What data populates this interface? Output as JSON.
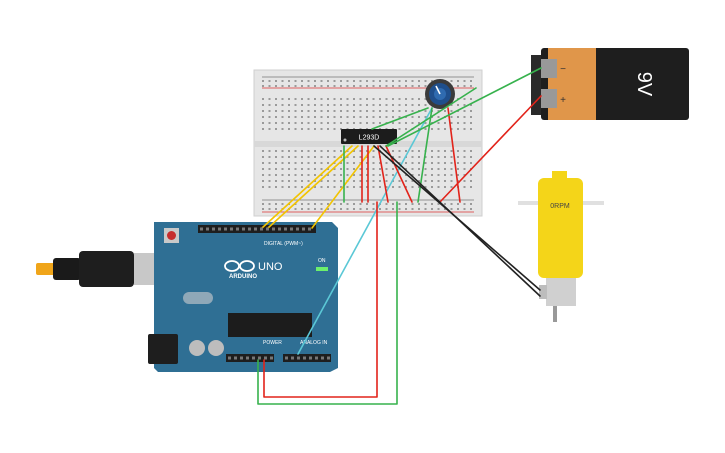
{
  "battery": {
    "voltage_label": "9V",
    "minus_symbol": "−",
    "plus_symbol": "+"
  },
  "motor": {
    "speed_label": "0RPM"
  },
  "driver_chip": {
    "part_label": "L293D"
  },
  "arduino": {
    "logo_text": "ARDUINO",
    "model_text": "UNO",
    "digital_header_label": "DIGITAL (PWM~)",
    "power_label": "POWER",
    "analog_label": "ANALOG IN",
    "on_label": "ON"
  },
  "colors": {
    "arduino_board": "#2f6f94",
    "battery_body": "#1e1e1e",
    "battery_cap": "#e0964a",
    "motor_body": "#f4d519",
    "pot_knob": "#1f4f8c",
    "wire_red": "#e2231a",
    "wire_green": "#37b24d",
    "wire_yellow": "#f2c400",
    "wire_cyan": "#5bc8d6",
    "wire_black": "#222222"
  }
}
